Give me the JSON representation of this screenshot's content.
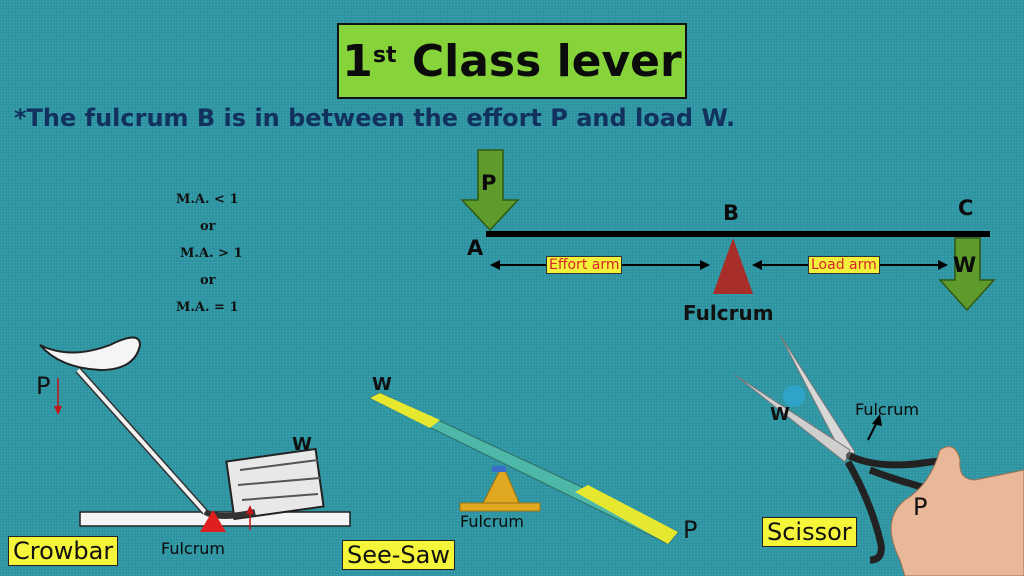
{
  "title": {
    "main": "1",
    "sup": "st",
    "rest": " Class lever"
  },
  "subtitle": "*The fulcrum B is in between the effort P and load W.",
  "ma_lines": [
    "M.A. < 1",
    "or",
    "M.A. > 1",
    "or",
    "M.A. = 1"
  ],
  "lever_diagram": {
    "effort_label": "P",
    "point_a": "A",
    "point_b": "B",
    "point_c": "C",
    "load_label": "W",
    "effort_arm": "Effort arm",
    "load_arm": "Load arm",
    "fulcrum": "Fulcrum"
  },
  "crowbar": {
    "caption": "Crowbar",
    "effort": "P",
    "load": "W",
    "fulcrum": "Fulcrum"
  },
  "seesaw": {
    "caption": "See-Saw",
    "load": "W",
    "effort": "P",
    "fulcrum": "Fulcrum"
  },
  "scissor": {
    "caption": "Scissor",
    "load": "W",
    "effort": "P",
    "fulcrum": "Fulcrum"
  },
  "colors": {
    "background": "#2c8f9c",
    "title_box": "#86d43a",
    "arrow": "#5e9a2c",
    "fulcrum": "#a82e2a",
    "caption": "#f5f53a"
  }
}
